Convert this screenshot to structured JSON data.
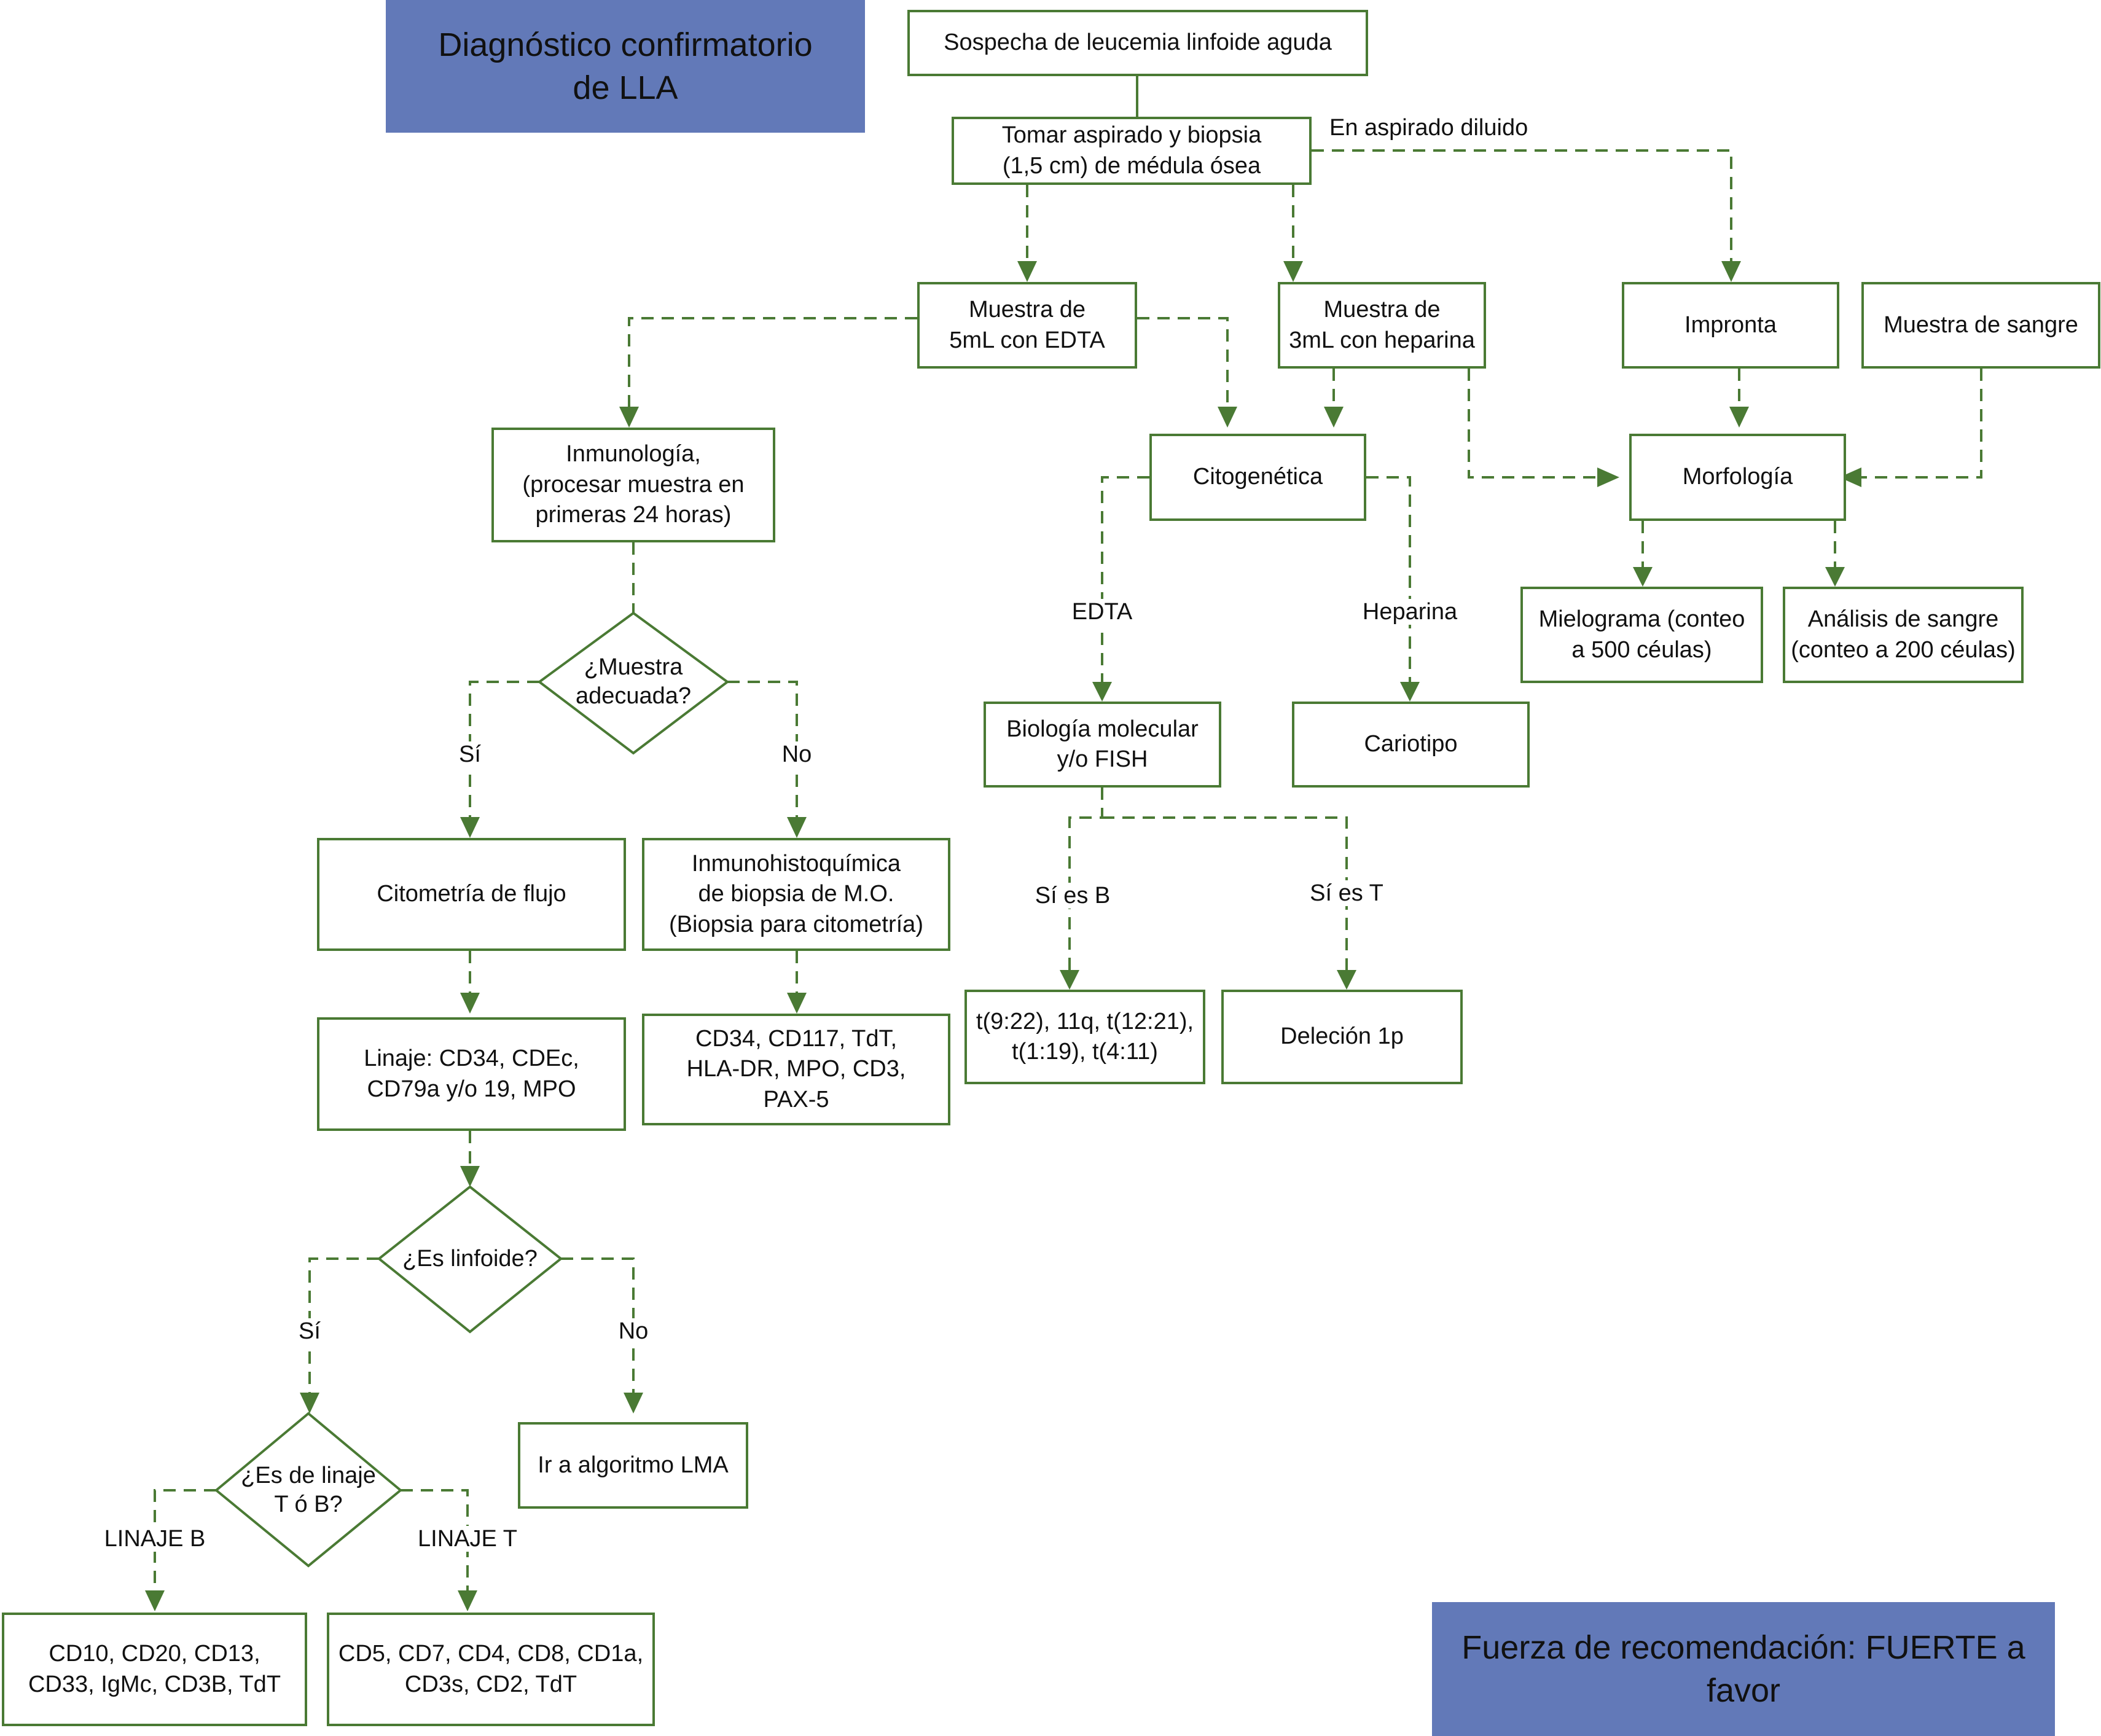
{
  "colors": {
    "banner": "#6279b8",
    "line": "#4a7a34",
    "text": "#111111"
  },
  "banners": {
    "title": "Diagnóstico confirmatorio\nde LLA",
    "recommendation": "Fuerza de recomendación: FUERTE a\nfavor"
  },
  "nodes": {
    "sospecha": "Sospecha de leucemia linfoide aguda",
    "tomar": "Tomar aspirado y biopsia\n(1,5 cm) de médula ósea",
    "muestra_edta": "Muestra de\n5mL con EDTA",
    "muestra_heparina": "Muestra de\n3mL con heparina",
    "impronta": "Impronta",
    "muestra_sangre": "Muestra de sangre",
    "inmunologia": "Inmunología,\n(procesar muestra en\nprimeras 24 horas)",
    "citogenetica": "Citogenética",
    "morfologia": "Morfología",
    "mielograma": "Mielograma (conteo\na 500 céulas)",
    "analisis_sangre": "Análisis de sangre\n(conteo a 200 céulas)",
    "muestra_adecuada": "¿Muestra\nadecuada?",
    "biologia_molecular": "Biología molecular\ny/o FISH",
    "cariotipo": "Cariotipo",
    "citometria": "Citometría de flujo",
    "inmunohistoquimica": "Inmunohistoquímica\nde biopsia de M.O.\n(Biopsia para citometría)",
    "translocaciones": "t(9:22), 11q, t(12:21),\nt(1:19), t(4:11)",
    "delecion": "Deleción 1p",
    "linaje_markers": "Linaje: CD34, CDEc,\nCD79a y/o 19, MPO",
    "ihq_markers": "CD34, CD117, TdT,\nHLA-DR, MPO, CD3,\nPAX-5",
    "es_linfoide": "¿Es linfoide?",
    "ir_lma": "Ir a algoritmo LMA",
    "es_linaje": "¿Es de linaje\nT ó B?",
    "markers_b": "CD10, CD20, CD13,\nCD33, IgMc, CD3B, TdT",
    "markers_t": "CD5, CD7, CD4, CD8, CD1a,\nCD3s, CD2, TdT"
  },
  "edge_labels": {
    "aspirado_diluido": "En aspirado diluido",
    "si_1": "Sí",
    "no_1": "No",
    "edta": "EDTA",
    "heparina": "Heparina",
    "si_es_b": "Sí es B",
    "si_es_t": "Sí es T",
    "si_2": "Sí",
    "no_2": "No",
    "linaje_b": "LINAJE B",
    "linaje_t": "LINAJE T"
  }
}
